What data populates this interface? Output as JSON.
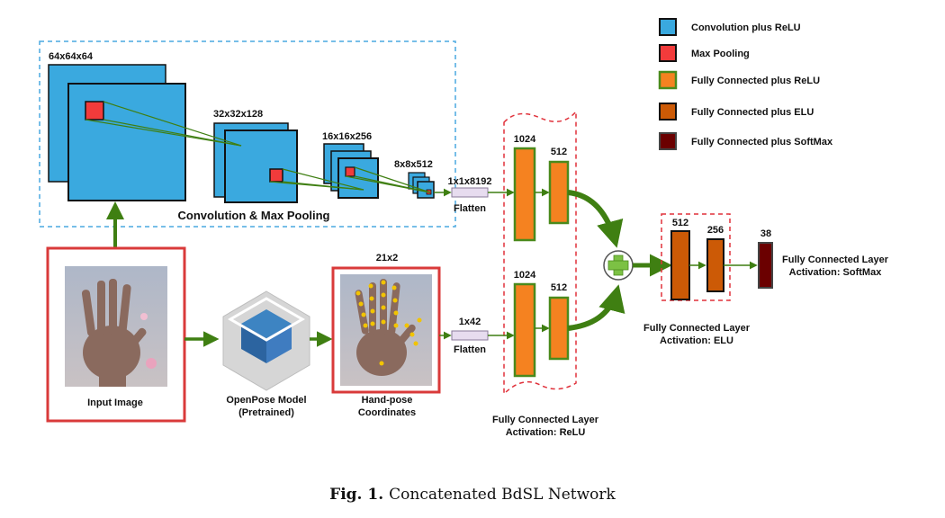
{
  "legend": [
    {
      "label": "Convolution plus ReLU",
      "fill": "#3aa9df",
      "stroke": "#111111"
    },
    {
      "label": "Max Pooling",
      "fill": "#f23b3b",
      "stroke": "#111111"
    },
    {
      "label": "Fully Connected plus ReLU",
      "fill": "#f58220",
      "stroke": "#4a8a1c"
    },
    {
      "label": "Fully Connected plus ELU",
      "fill": "#cc5a06",
      "stroke": "#111111"
    },
    {
      "label": "Fully Connected plus SoftMax",
      "fill": "#6b0000",
      "stroke": "#444444"
    }
  ],
  "conv_block": {
    "title": "Convolution & Max Pooling",
    "layers": [
      "64x64x64",
      "32x32x128",
      "16x16x256",
      "8x8x512"
    ],
    "flatten_dim": "1x1x8192",
    "flatten_label": "Flatten"
  },
  "input": {
    "label": "Input Image"
  },
  "openpose": {
    "label_line1": "OpenPose Model",
    "label_line2": "(Pretrained)"
  },
  "handpose": {
    "dims": "21x2",
    "label_line1": "Hand-pose",
    "label_line2": "Coordinates",
    "flatten_dim": "1x42",
    "flatten_label": "Flatten"
  },
  "fc_relu": {
    "top_units": [
      "1024",
      "512"
    ],
    "bottom_units": [
      "1024",
      "512"
    ],
    "label_line1": "Fully Connected Layer",
    "label_line2": "Activation: ReLU"
  },
  "fc_elu": {
    "units": [
      "512",
      "256"
    ],
    "label_line1": "Fully Connected Layer",
    "label_line2": "Activation: ELU"
  },
  "fc_softmax": {
    "units": "38",
    "label_line1": "Fully Connected Layer",
    "label_line2": "Activation: SoftMax"
  },
  "caption": {
    "prefix": "Fig. 1.",
    "text": "Concatenated BdSL Network"
  },
  "colors": {
    "arrow": "#3f7f12",
    "frame_red": "#d93a3a",
    "dash_blue": "#4aa9e0",
    "dash_red": "#e0303a",
    "flatten": "#e7dcef"
  }
}
